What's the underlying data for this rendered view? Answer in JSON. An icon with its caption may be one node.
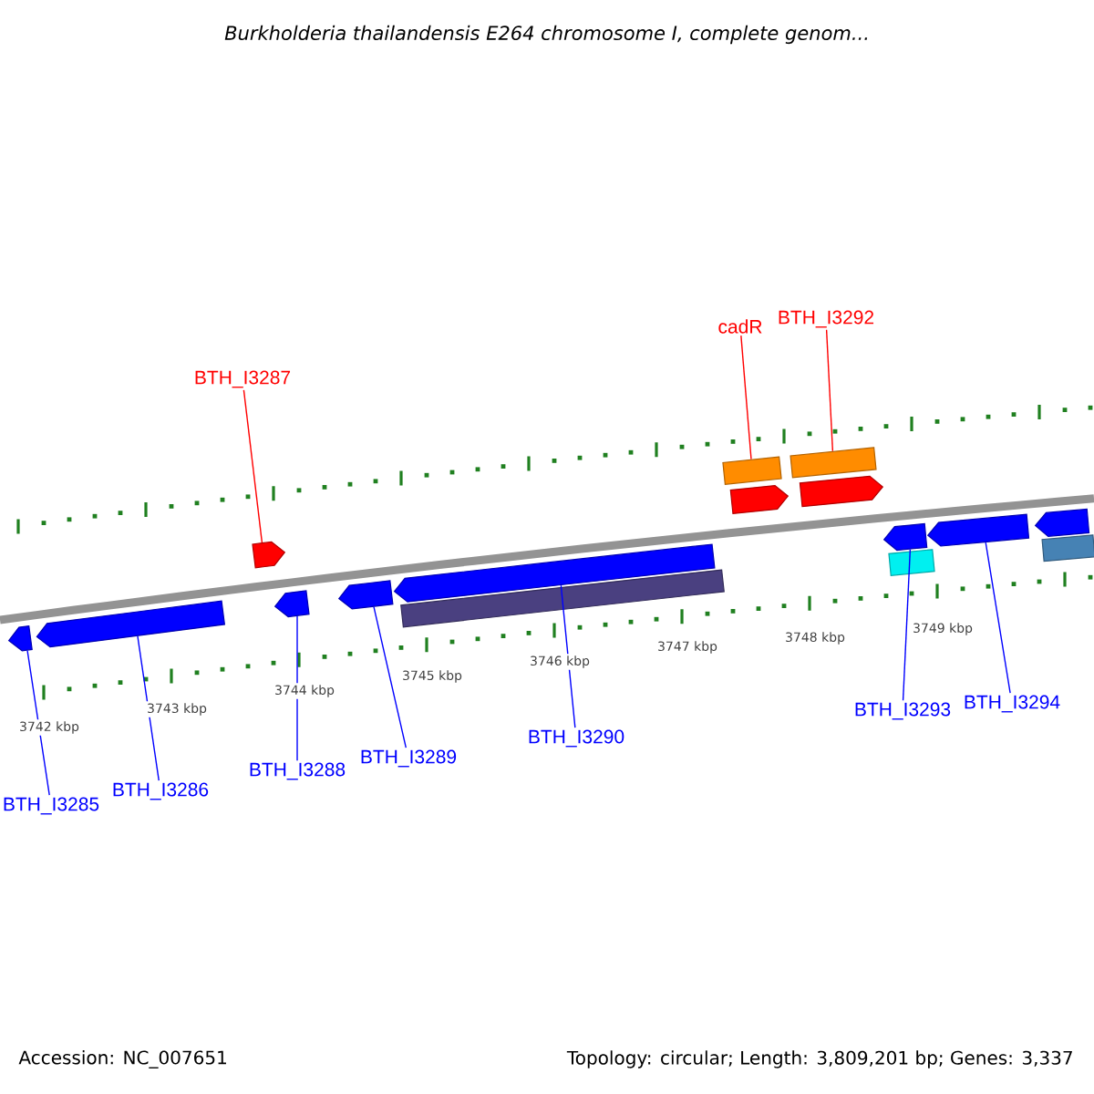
{
  "diagram": {
    "title": "Burkholderia thailandensis E264 chromosome I, complete genom...",
    "nodes": [
      {
        "text": [
          "BTH_I3287"
        ]
      },
      {
        "text": [
          "cadR"
        ]
      },
      {
        "text": [
          "BTH_I3292"
        ]
      },
      {
        "text": [
          "BTH_I3285"
        ]
      },
      {
        "text": [
          "BTH_I3286"
        ]
      },
      {
        "text": [
          "BTH_I3288"
        ]
      },
      {
        "text": [
          "BTH_I3289"
        ]
      },
      {
        "text": [
          "BTH_I3290"
        ]
      },
      {
        "text": [
          "BTH_I3293"
        ]
      },
      {
        "text": [
          "BTH_I3294"
        ]
      },
      {
        "text": [],
        "shape": "arrow"
      },
      {
        "text": [],
        "shape": "bar"
      },
      {
        "text": [],
        "shape": "bar"
      },
      {
        "text": [],
        "shape": "arrow"
      },
      {
        "text": [],
        "shape": "arrow"
      },
      {
        "text": [],
        "shape": "arrow"
      },
      {
        "text": [],
        "shape": "arrow"
      },
      {
        "text": [],
        "shape": "arrow"
      },
      {
        "text": [],
        "shape": "arrow"
      },
      {
        "text": [],
        "shape": "arrow"
      },
      {
        "text": [],
        "shape": "arrow"
      },
      {
        "text": [],
        "shape": "arrow"
      },
      {
        "text": [],
        "shape": "arrow"
      },
      {
        "text": [],
        "shape": "bar"
      },
      {
        "text": [],
        "shape": "bar"
      },
      {
        "text": [],
        "shape": "bar"
      }
    ],
    "edges": [
      {
        "from": 0,
        "to": 10,
        "arrow": "none",
        "color": "#ff0000"
      },
      {
        "from": 1,
        "to": 11,
        "arrow": "none",
        "color": "#ff0000"
      },
      {
        "from": 2,
        "to": 12,
        "arrow": "none",
        "color": "#ff0000"
      },
      {
        "from": 3,
        "to": 15,
        "arrow": "none"
      },
      {
        "from": 4,
        "to": 16,
        "arrow": "none"
      },
      {
        "from": 5,
        "to": 17,
        "arrow": "none"
      },
      {
        "from": 6,
        "to": 18,
        "arrow": "none"
      },
      {
        "from": 7,
        "to": 19,
        "arrow": "none"
      },
      {
        "from": 8,
        "to": 20,
        "arrow": "none"
      },
      {
        "from": 9,
        "to": 21,
        "arrow": "none"
      }
    ],
    "labels": [
      "3742 kbp",
      "3743 kbp",
      "3744 kbp",
      "3745 kbp",
      "3746 kbp",
      "3747 kbp",
      "3748 kbp",
      "3749 kbp",
      "Accession: NC_007651",
      "Topology: circular; Length: 3,809,201 bp; Genes: 3,337"
    ]
  }
}
